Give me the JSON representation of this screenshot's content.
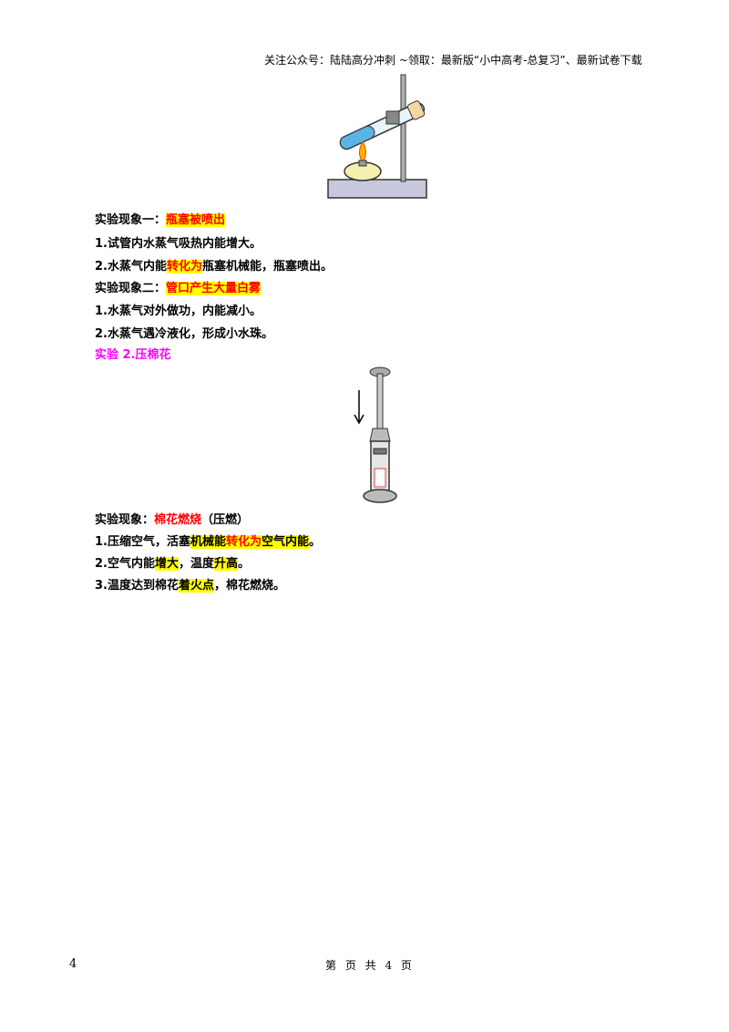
{
  "header": {
    "text": "关注公众号：陆陆高分冲刺  ~领取：最新版“小中高考-总复习”、最新试卷下载"
  },
  "section1": {
    "phenomenon1_label": "实验现象一：",
    "phenomenon1_value": "瓶塞被喷出",
    "p1_line1": "1.试管内水蒸气吸热内能增大。",
    "p1_line2_a": "2.水蒸气内能",
    "p1_line2_b": "转化为",
    "p1_line2_c": "瓶塞机械能，瓶塞喷出。",
    "phenomenon2_label": "实验现象二：",
    "phenomenon2_value": "管口产生大量白雾",
    "p2_line1": "1.水蒸气对外做功，内能减小。",
    "p2_line2": "2.水蒸气遇冷液化，形成小水珠。"
  },
  "section2": {
    "title": "实验 2.压棉花",
    "phenomenon_label": "实验现象：",
    "phenomenon_value": "棉花燃烧",
    "phenomenon_suffix": "（压燃）",
    "l1_a": "1.压缩空气，活塞",
    "l1_b": "机械能",
    "l1_c": "转化为",
    "l1_d": "空气内能",
    "l1_e": "。",
    "l2_a": "2.空气内能",
    "l2_b": "增大",
    "l2_c": "，温度",
    "l2_d": "升高",
    "l2_e": "。",
    "l3_a": "3.温度达到棉花",
    "l3_b": "着火点",
    "l3_c": "，棉花燃烧。"
  },
  "footer": {
    "page_number": "4",
    "page_text": "第 页 共 4 页"
  },
  "colors": {
    "highlight": "#ffff00",
    "red": "#ff0000",
    "magenta": "#ff00ff"
  }
}
